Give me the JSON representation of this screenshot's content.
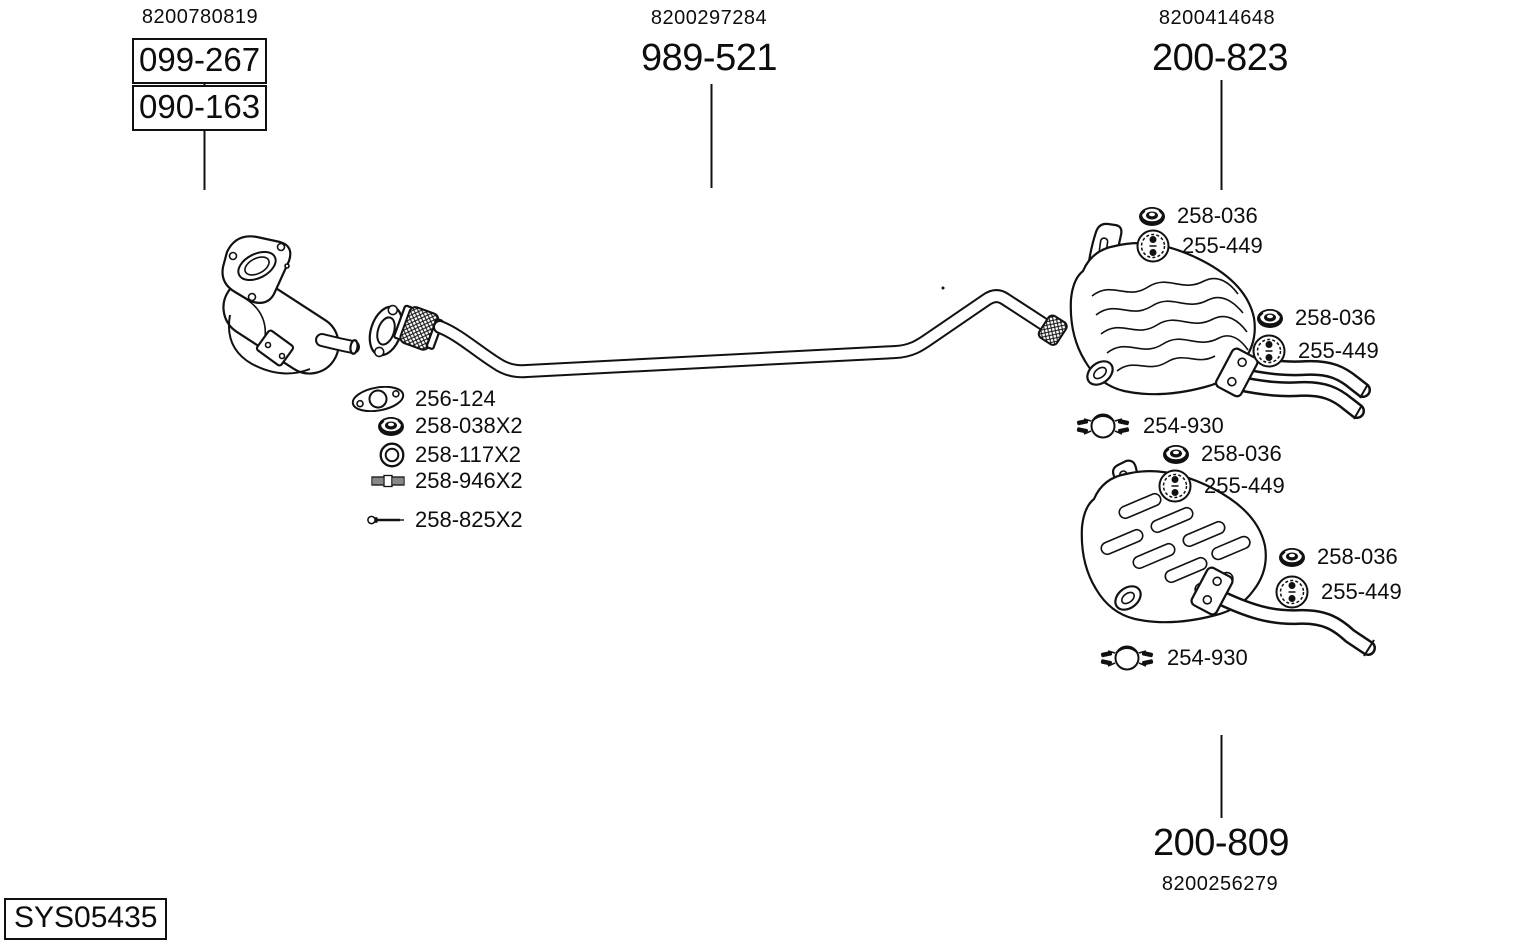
{
  "colors": {
    "background": "#ffffff",
    "ink": "#111111"
  },
  "header": {
    "left_ref": "8200780819",
    "left_box_top": "099-267",
    "left_box_bottom": "090-163",
    "center_ref": "8200297284",
    "center_part": "989-521",
    "right_ref": "8200414648",
    "right_part": "200-823"
  },
  "callouts": [
    {
      "icon": "nut-icon",
      "label": "258-036"
    },
    {
      "icon": "hanger-icon",
      "label": "255-449"
    },
    {
      "icon": "nut-icon",
      "label": "258-036"
    },
    {
      "icon": "hanger-icon",
      "label": "255-449"
    },
    {
      "icon": "clamp-icon",
      "label": "254-930"
    },
    {
      "icon": "nut-icon",
      "label": "258-036"
    },
    {
      "icon": "hanger-icon",
      "label": "255-449"
    },
    {
      "icon": "nut-icon",
      "label": "258-036"
    },
    {
      "icon": "hanger-icon",
      "label": "255-449"
    },
    {
      "icon": "clamp-icon",
      "label": "254-930"
    }
  ],
  "legend": [
    {
      "icon": "gasket-icon",
      "label": "256-124"
    },
    {
      "icon": "nut-icon",
      "label": "258-038X2"
    },
    {
      "icon": "ring-icon",
      "label": "258-117X2"
    },
    {
      "icon": "stud-icon",
      "label": "258-946X2"
    },
    {
      "icon": "bolt-icon",
      "label": "258-825X2"
    }
  ],
  "footer": {
    "part": "200-809",
    "ref": "8200256279",
    "system_code": "SYS05435"
  }
}
